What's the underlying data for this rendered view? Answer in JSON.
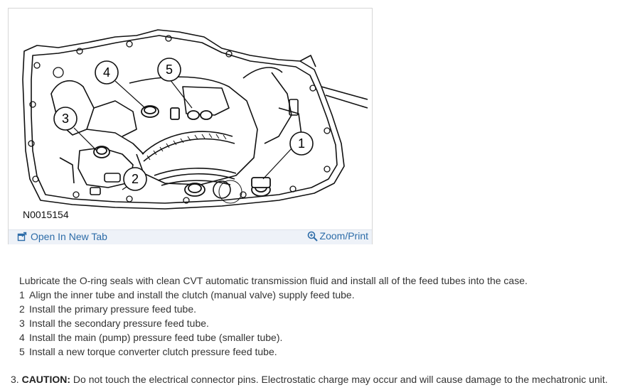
{
  "figure": {
    "figure_id": "N0015154",
    "callouts": [
      "1",
      "2",
      "3",
      "4",
      "5"
    ],
    "open_tab_label": "Open In New Tab",
    "zoom_label": "Zoom/Print",
    "open_tab_icon": "open-external-icon",
    "zoom_icon": "magnifier-icon",
    "link_color": "#2d6ca8"
  },
  "instructions": {
    "intro": "Lubricate the O-ring seals with clean CVT automatic transmission fluid and install all of the feed tubes into the case.",
    "steps": [
      {
        "num": "1",
        "text": "Align the inner tube and install the clutch (manual valve) supply feed tube."
      },
      {
        "num": "2",
        "text": "Install the primary pressure feed tube."
      },
      {
        "num": "3",
        "text": "Install the secondary pressure feed tube."
      },
      {
        "num": "4",
        "text": "Install the main (pump) pressure feed tube (smaller tube)."
      },
      {
        "num": "5",
        "text": "Install a new torque converter clutch pressure feed tube."
      }
    ]
  },
  "caution": {
    "number": "3.",
    "label": "CAUTION:",
    "text": "Do not touch the electrical connector pins. Electrostatic charge may occur and will cause damage to the mechatronic unit."
  }
}
